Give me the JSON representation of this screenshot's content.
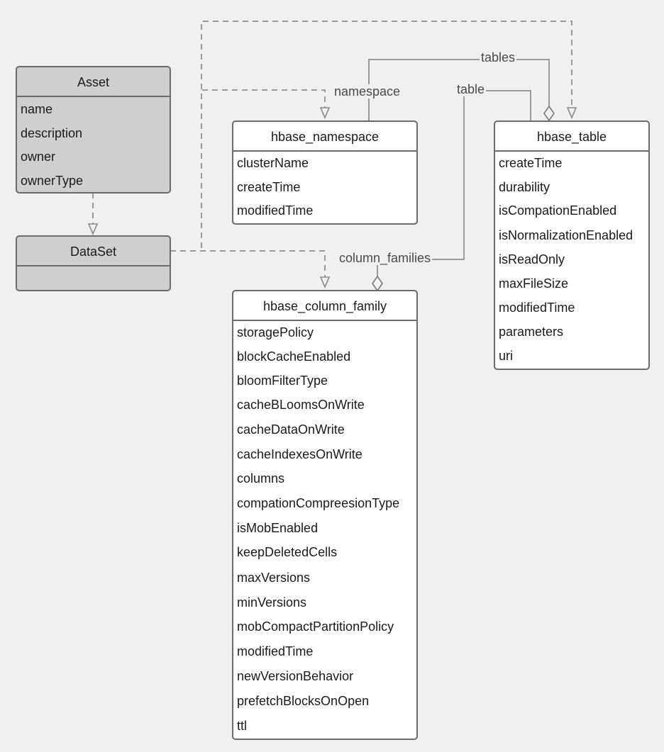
{
  "entities": [
    {
      "id": "asset",
      "title": "Asset",
      "attributes": [
        "name",
        "description",
        "owner",
        "ownerType"
      ]
    },
    {
      "id": "dataset",
      "title": "DataSet",
      "attributes": []
    },
    {
      "id": "hbase_namespace",
      "title": "hbase_namespace",
      "attributes": [
        "clusterName",
        "createTime",
        "modifiedTime"
      ]
    },
    {
      "id": "hbase_table",
      "title": "hbase_table",
      "attributes": [
        "createTime",
        "durability",
        "isCompationEnabled",
        "isNormalizationEnabled",
        "isReadOnly",
        "maxFileSize",
        "modifiedTime",
        "parameters",
        "uri"
      ]
    },
    {
      "id": "hbase_column_family",
      "title": "hbase_column_family",
      "attributes": [
        "storagePolicy",
        "blockCacheEnabled",
        "bloomFilterType",
        "cacheBLoomsOnWrite",
        "cacheDataOnWrite",
        "cacheIndexesOnWrite",
        "columns",
        "compationCompreesionType",
        "isMobEnabled",
        "keepDeletedCells",
        "maxVersions",
        "minVersions",
        "mobCompactPartitionPolicy",
        "modifiedTime",
        "newVersionBehavior",
        "prefetchBlocksOnOpen",
        "ttl"
      ]
    }
  ],
  "edge_labels": {
    "namespace": "namespace",
    "tables": "tables",
    "table": "table",
    "column_families": "column_families"
  }
}
